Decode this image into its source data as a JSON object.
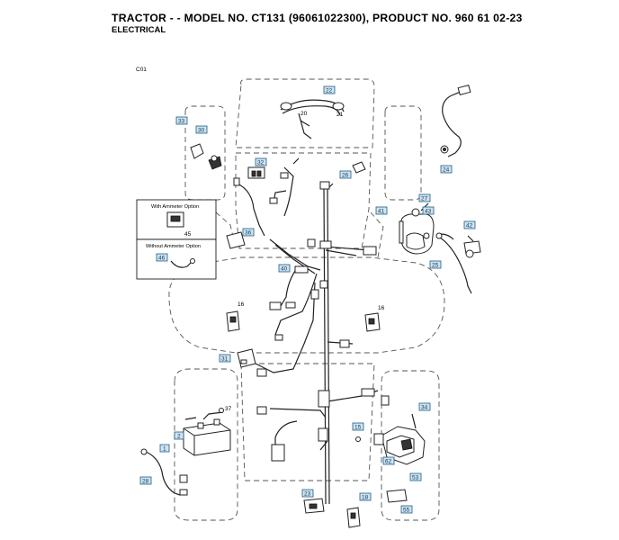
{
  "header": {
    "title": "TRACTOR - - MODEL NO. CT131 (96061022300), PRODUCT NO. 960 61 02-23",
    "subtitle": "ELECTRICAL",
    "figure_code": "C01"
  },
  "insets": {
    "ammeter": "With Ammeter Option",
    "no_ammeter": "Without Ammeter Option"
  },
  "callouts": {
    "c22": "22",
    "c33": "33",
    "c30": "30",
    "c32": "32",
    "c26": "26",
    "c24": "24",
    "c27": "27",
    "c41": "41",
    "c43": "43",
    "c42": "42",
    "c25": "25",
    "c36": "36",
    "c46": "46",
    "c40": "40",
    "c31": "31",
    "c34": "34",
    "c2": "2",
    "c1": "1",
    "c28": "28",
    "c15": "15",
    "c62": "62",
    "c53": "53",
    "c55": "55",
    "c23": "23",
    "c18": "18"
  },
  "labels": {
    "l21": "21",
    "l20": "20",
    "l16a": "16",
    "l16b": "16",
    "l45": "45",
    "l37": "37"
  }
}
